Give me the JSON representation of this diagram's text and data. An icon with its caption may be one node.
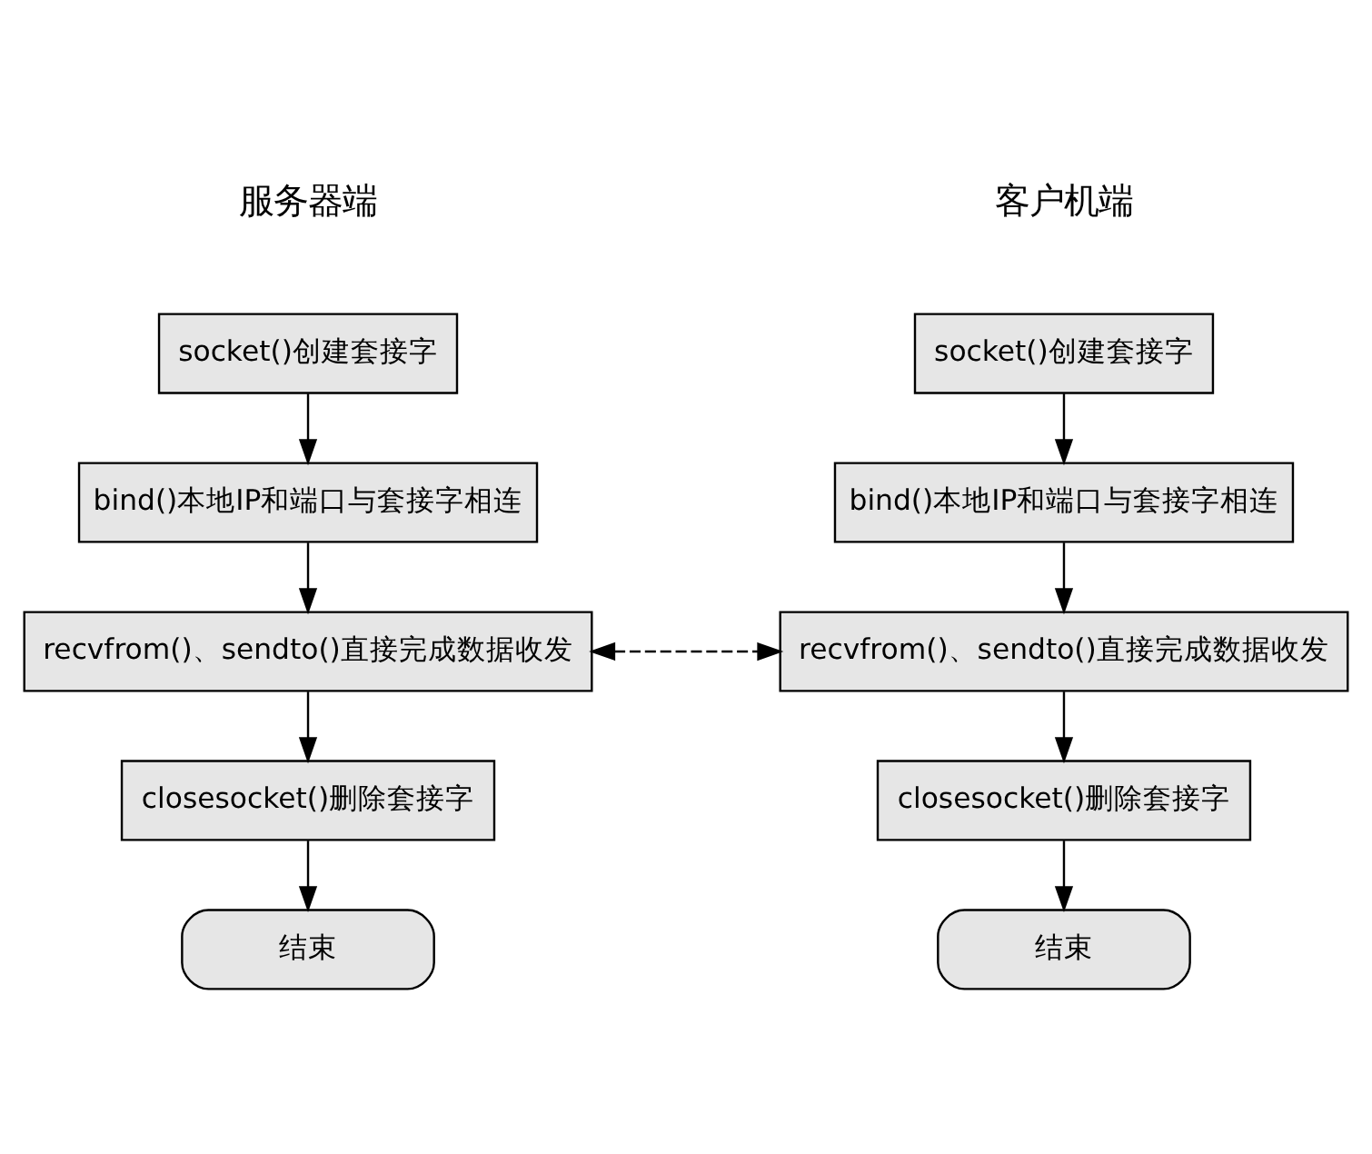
{
  "diagram": {
    "nodes": [
      {
        "text": [
          "socket()创建套接字"
        ]
      },
      {
        "text": [
          "bind()本地IP和端口与套接字相连"
        ]
      },
      {
        "text": [
          "recvfrom()、sendto()直接完成数据收发"
        ]
      },
      {
        "text": [
          "closesocket()删除套接字"
        ]
      },
      {
        "text": [
          "结束"
        ]
      },
      {
        "text": [
          "socket()创建套接字"
        ]
      },
      {
        "text": [
          "bind()本地IP和端口与套接字相连"
        ]
      },
      {
        "text": [
          "recvfrom()、sendto()直接完成数据收发"
        ]
      },
      {
        "text": [
          "closesocket()删除套接字"
        ]
      },
      {
        "text": [
          "结束"
        ]
      }
    ],
    "edges": [
      {
        "from": 0,
        "to": 1,
        "arrow": "to"
      },
      {
        "from": 1,
        "to": 2,
        "arrow": "to"
      },
      {
        "from": 2,
        "to": 3,
        "arrow": "to"
      },
      {
        "from": 3,
        "to": 4,
        "arrow": "to"
      },
      {
        "from": 5,
        "to": 6,
        "arrow": "to"
      },
      {
        "from": 6,
        "to": 7,
        "arrow": "to"
      },
      {
        "from": 7,
        "to": 8,
        "arrow": "to"
      },
      {
        "from": 8,
        "to": 9,
        "arrow": "to"
      },
      {
        "from": 2,
        "to": 7,
        "arrow": "both",
        "style": "dashed"
      }
    ],
    "labels": [
      "服务器端",
      "客户机端"
    ]
  }
}
